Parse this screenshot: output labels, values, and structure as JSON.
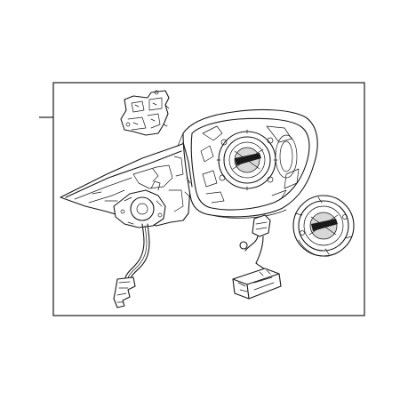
{
  "diagram": {
    "parts": [
      {
        "id": "actuator-bracket",
        "icon": "mirror-actuator-bracket-icon"
      },
      {
        "id": "mirror-base-cover",
        "icon": "mirror-base-cover-icon"
      },
      {
        "id": "wiring-harness",
        "icon": "wiring-harness-icon"
      },
      {
        "id": "mirror-housing",
        "icon": "mirror-housing-icon"
      },
      {
        "id": "mirror-motor",
        "icon": "mirror-motor-icon"
      },
      {
        "id": "wire-connector",
        "icon": "wire-connector-icon"
      },
      {
        "id": "turn-signal-lamp",
        "icon": "turn-signal-lamp-icon"
      }
    ],
    "colors": {
      "line": "#1a1a1a",
      "background": "#ffffff",
      "frame": "#1a1a1a"
    }
  }
}
